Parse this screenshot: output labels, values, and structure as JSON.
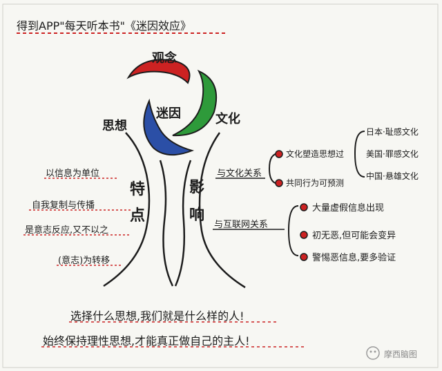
{
  "title": "得到APP\"每天听本书\"《迷因效应》",
  "center": {
    "label": "迷因",
    "parts": [
      "观念",
      "思想",
      "文化"
    ]
  },
  "traits": {
    "title": "特点",
    "items": [
      "以信息为单位",
      "自我复制与传播",
      "是意志反应,又不以之",
      "(意志)为转移"
    ]
  },
  "influence": {
    "title": "影响",
    "groups": [
      {
        "label": "与文化关系",
        "items": [
          {
            "text": "文化塑造思想过",
            "subs": [
              "日本·耻感文化",
              "美国·罪感文化",
              "中国·悬雄文化"
            ]
          },
          {
            "text": "共同行为可预测",
            "subs": []
          }
        ]
      },
      {
        "label": "与互联网关系",
        "items": [
          {
            "text": "大量虚假信息出现",
            "subs": []
          },
          {
            "text": "初无恶,但可能会变异",
            "subs": []
          },
          {
            "text": "警惕恶信息,要多验证",
            "subs": []
          }
        ]
      }
    ]
  },
  "conclusion": [
    "选择什么思想,我们就是什么样的人!",
    "始终保持理性思想,才能真正做自己的主人!"
  ],
  "watermark": "摩西脑图",
  "colors": {
    "red": "#cc2222",
    "green": "#2e9a3a",
    "blue": "#2b4fa6",
    "ink": "#1c1c1c",
    "bg": "#f7f7f3"
  }
}
